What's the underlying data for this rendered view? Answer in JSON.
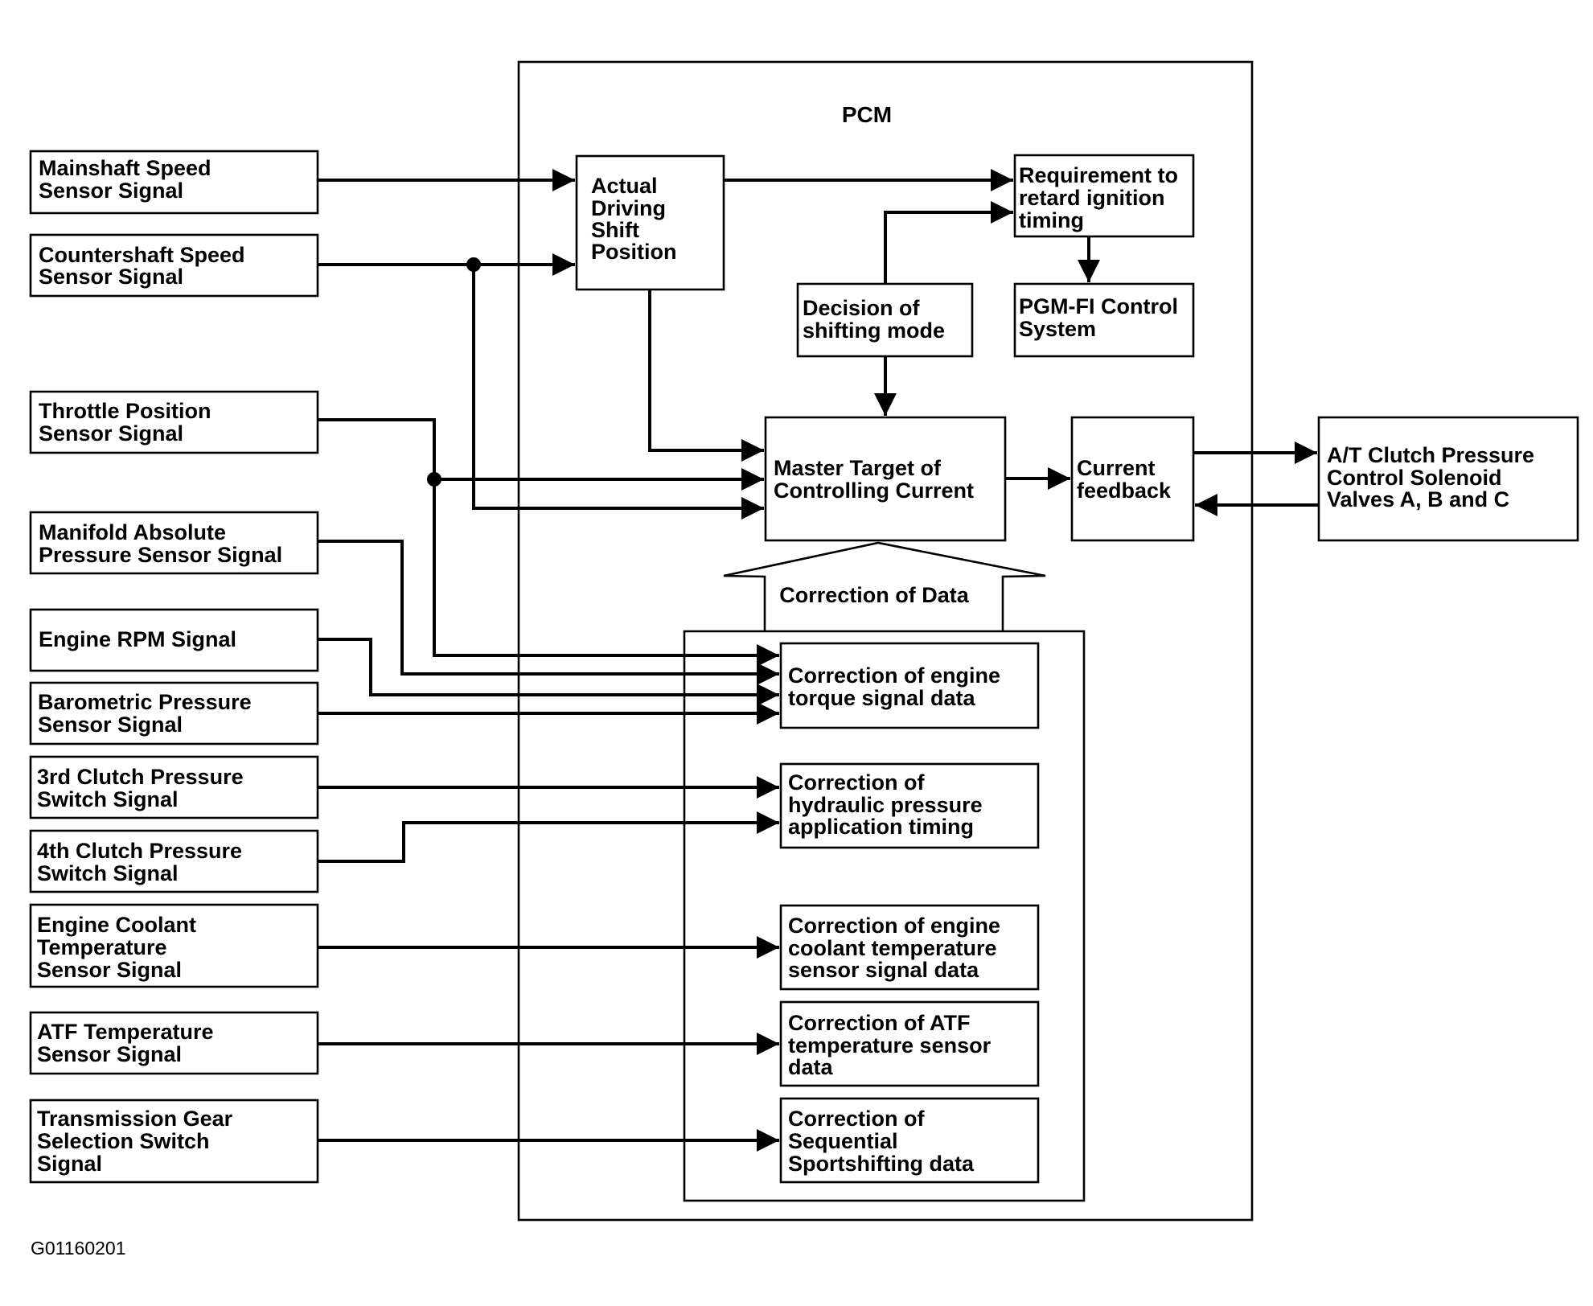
{
  "pcm_label": "PCM",
  "inputs": {
    "mainshaft": [
      "Mainshaft Speed",
      "Sensor Signal"
    ],
    "countershaft": [
      "Countershaft Speed",
      "Sensor Signal"
    ],
    "throttle": [
      "Throttle Position",
      "Sensor Signal"
    ],
    "map": [
      "Manifold Absolute",
      "Pressure Sensor Signal"
    ],
    "rpm": [
      "Engine RPM Signal"
    ],
    "baro": [
      "Barometric Pressure",
      "Sensor Signal"
    ],
    "clutch3": [
      "3rd Clutch Pressure",
      "Switch Signal"
    ],
    "clutch4": [
      "4th Clutch Pressure",
      "Switch Signal"
    ],
    "ect": [
      "Engine Coolant",
      "Temperature",
      "Sensor Signal"
    ],
    "atf": [
      "ATF Temperature",
      "Sensor Signal"
    ],
    "gear": [
      "Transmission Gear",
      "Selection Switch",
      "Signal"
    ]
  },
  "pcm_blocks": {
    "actual_shift": [
      "Actual",
      "Driving",
      "Shift",
      "Position"
    ],
    "retard": [
      "Requirement to",
      "retard ignition",
      "timing"
    ],
    "shift_mode": [
      "Decision of",
      "shifting mode"
    ],
    "pgmfi": [
      "PGM-FI Control",
      "System"
    ],
    "master": [
      "Master Target of",
      "Controlling Current"
    ],
    "feedback": [
      "Current",
      "feedback"
    ],
    "correction_header": "Correction of Data",
    "corr_torque": [
      "Correction of engine",
      "torque signal data"
    ],
    "corr_hydraulic": [
      "Correction of",
      "hydraulic pressure",
      "application timing"
    ],
    "corr_ect": [
      "Correction of engine",
      "coolant temperature",
      "sensor signal data"
    ],
    "corr_atf": [
      "Correction of ATF",
      "temperature sensor",
      "data"
    ],
    "corr_seq": [
      "Correction of",
      "Sequential",
      "Sportshifting data"
    ]
  },
  "output": [
    "A/T Clutch Pressure",
    "Control Solenoid",
    "Valves A, B and C"
  ],
  "figure_code": "G01160201",
  "colors": {
    "ink": "#000000",
    "paper": "#ffffff"
  }
}
